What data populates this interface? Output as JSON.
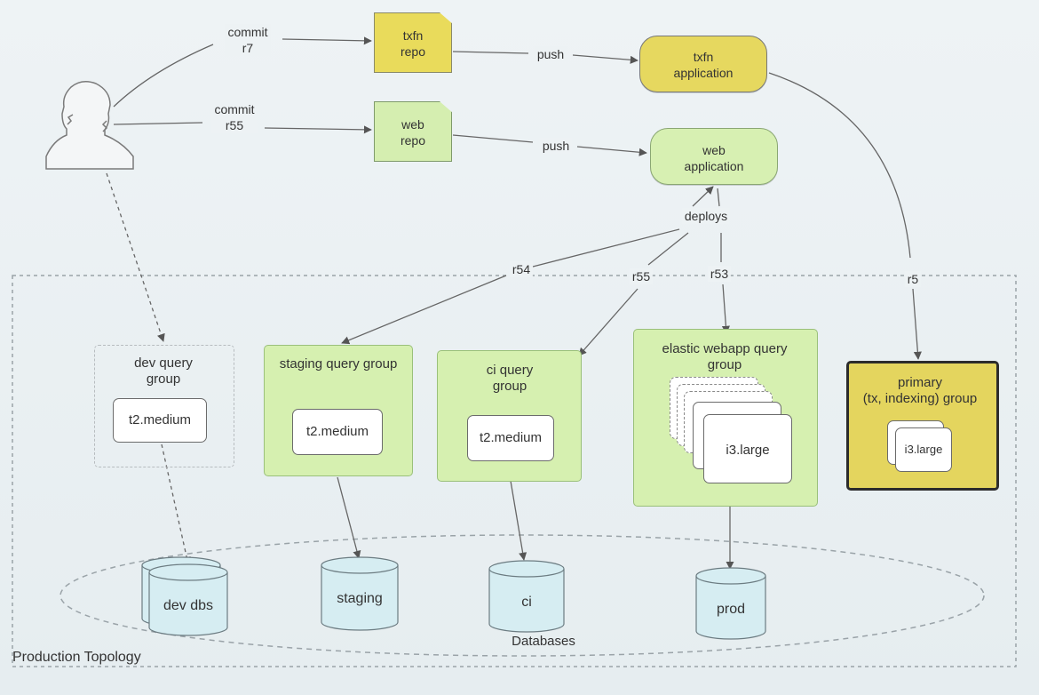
{
  "user": {
    "icon": "person-silhouette-icon"
  },
  "commits": [
    {
      "label": "commit\nr7"
    },
    {
      "label": "commit\nr55"
    }
  ],
  "repos": [
    {
      "label": "txfn\nrepo",
      "color": "#e9db5b"
    },
    {
      "label": "web\nrepo",
      "color": "#d5eeb0"
    }
  ],
  "push_labels": [
    "push",
    "push"
  ],
  "applications": [
    {
      "label": "txfn\napplication",
      "color": "#e6d85f"
    },
    {
      "label": "web\napplication",
      "color": "#d7f0b2"
    }
  ],
  "deploys_label": "deploys",
  "deploy_edges": [
    "r54",
    "r55",
    "r53",
    "r5"
  ],
  "groups": {
    "dev": {
      "label": "dev query\ngroup",
      "instance": "t2.medium"
    },
    "staging": {
      "label": "staging query group",
      "instance": "t2.medium"
    },
    "ci": {
      "label": "ci query\ngroup",
      "instance": "t2.medium"
    },
    "elastic": {
      "label": "elastic webapp query\ngroup",
      "instance": "i3.large"
    },
    "primary": {
      "label": "primary\n(tx, indexing) group",
      "instance": "i3.large"
    }
  },
  "databases": {
    "title": "Databases",
    "items": [
      "dev dbs",
      "staging",
      "ci",
      "prod"
    ]
  },
  "topology_label": "Production Topology",
  "colors": {
    "yellow": "#e6d85f",
    "green": "#d7f0b2",
    "db": "#d8eef3",
    "line": "#555555"
  }
}
